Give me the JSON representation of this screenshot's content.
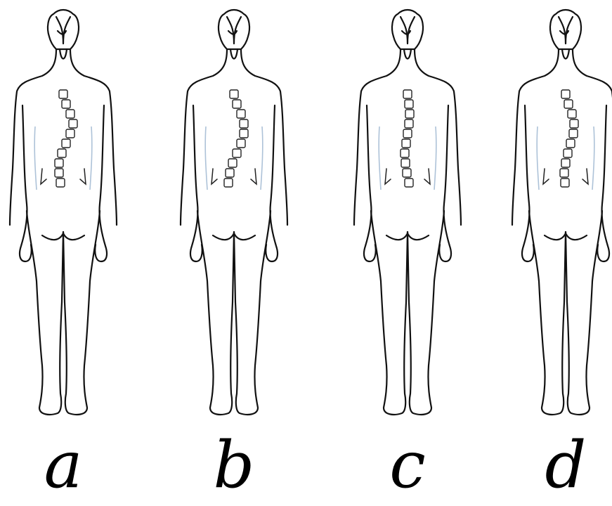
{
  "figure": {
    "panels": [
      {
        "id": "a",
        "label": "a",
        "curve": [
          0,
          4,
          10,
          14,
          10,
          4,
          -2,
          -6,
          -6,
          -4
        ]
      },
      {
        "id": "b",
        "label": "b",
        "curve": [
          0,
          4,
          10,
          14,
          14,
          10,
          4,
          -2,
          -6,
          -8
        ]
      },
      {
        "id": "c",
        "label": "c",
        "curve": [
          0,
          2,
          3,
          2,
          0,
          -2,
          -4,
          -3,
          -1,
          2
        ]
      },
      {
        "id": "d",
        "label": "d",
        "curve": [
          0,
          4,
          9,
          12,
          11,
          7,
          3,
          0,
          -2,
          -1
        ]
      }
    ]
  }
}
